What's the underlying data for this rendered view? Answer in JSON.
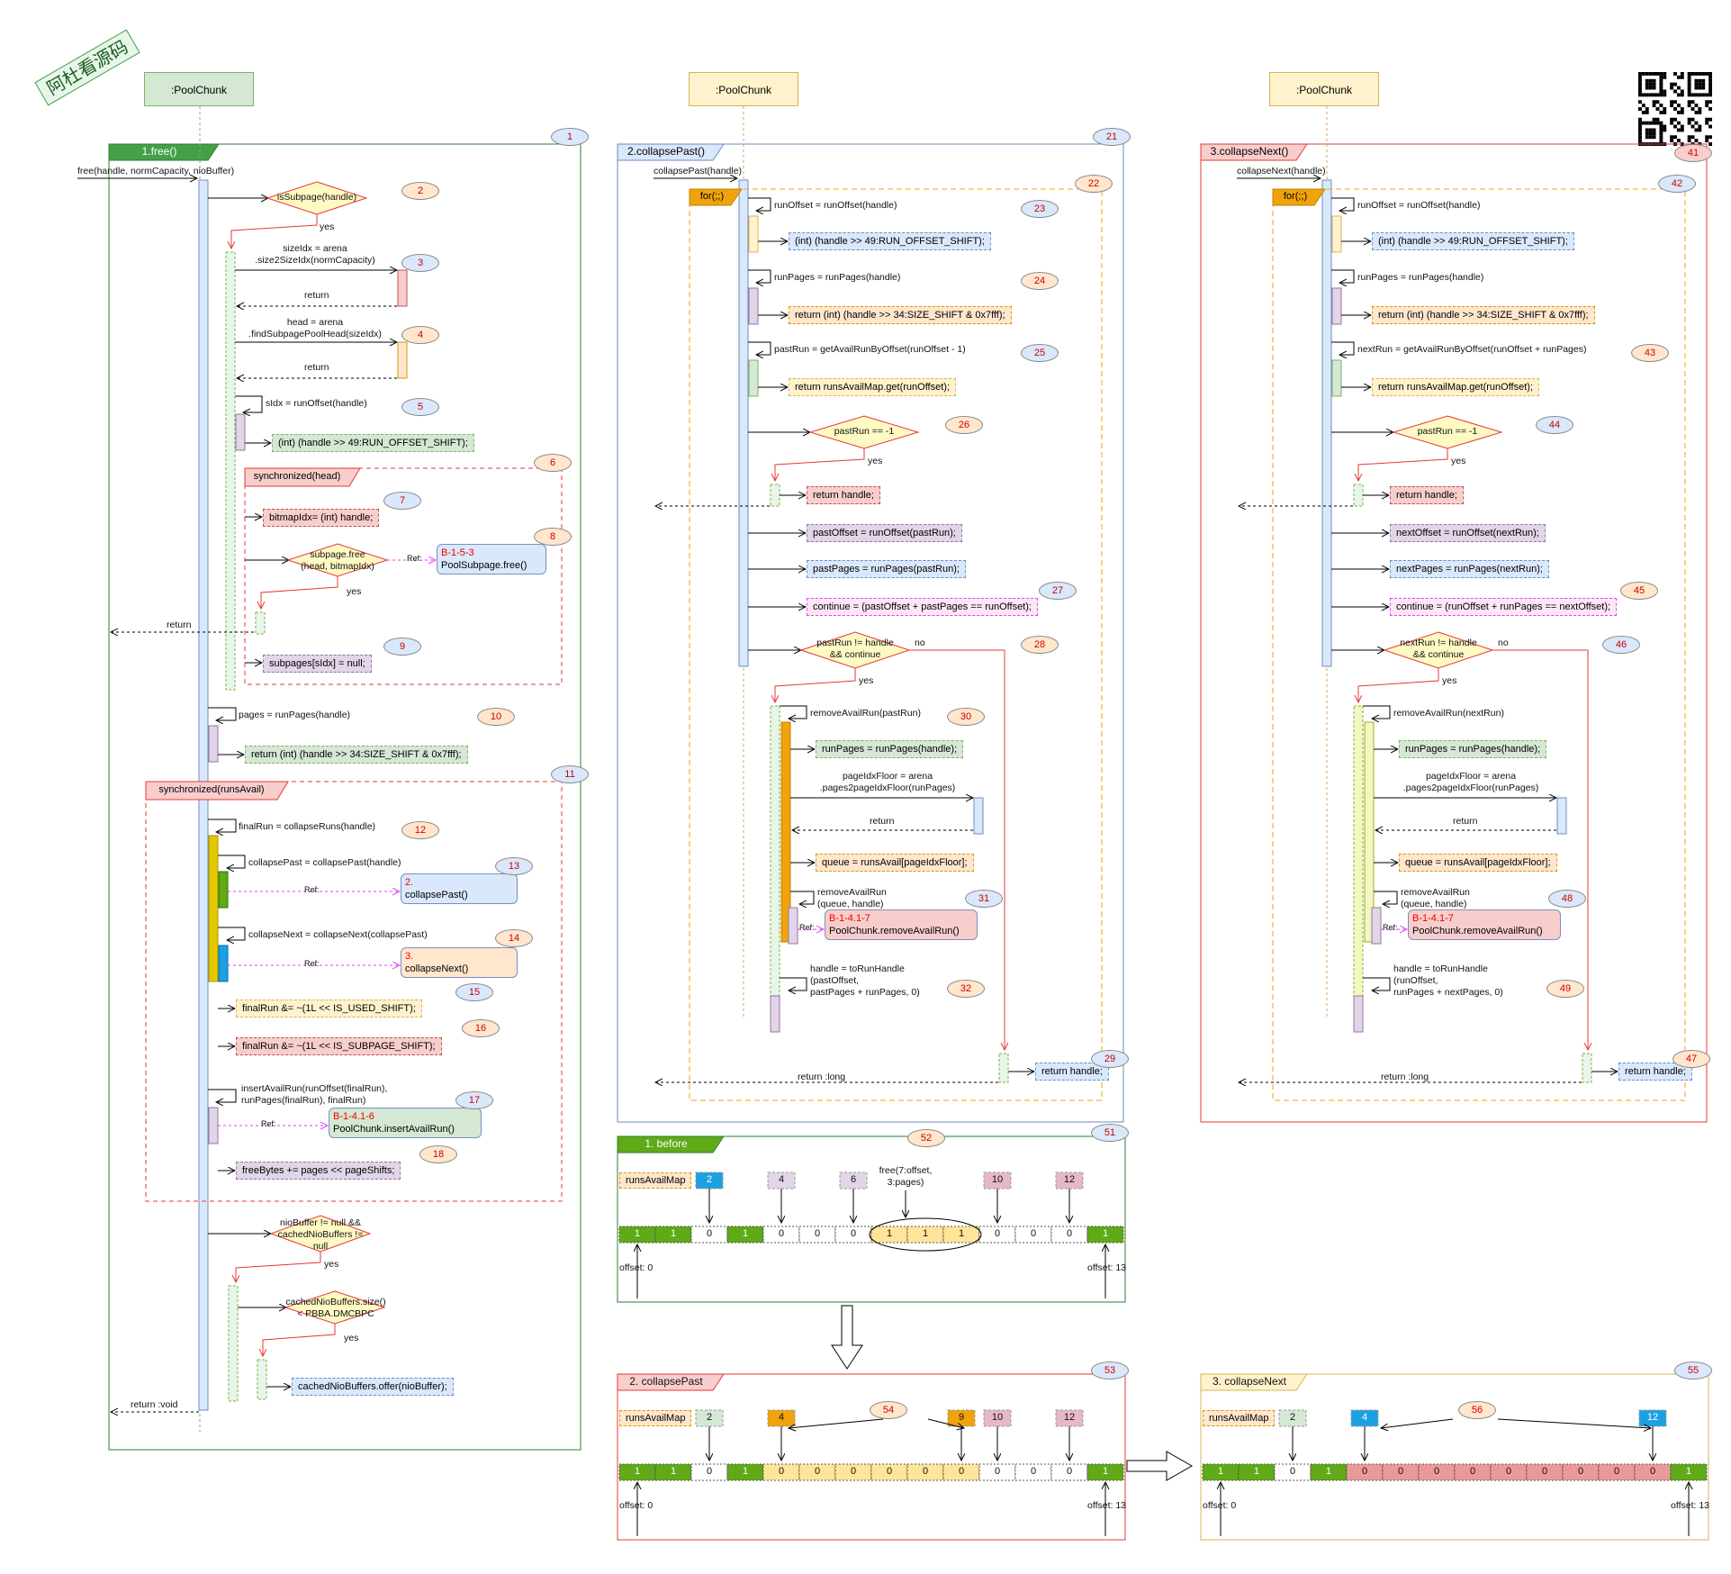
{
  "watermark": "阿杜看源码",
  "lifelines": [
    ":PoolChunk",
    ":PoolChunk",
    ":PoolChunk"
  ],
  "badges": [
    "1",
    "2",
    "3",
    "4",
    "5",
    "6",
    "7",
    "8",
    "9",
    "10",
    "11",
    "12",
    "13",
    "14",
    "15",
    "16",
    "17",
    "18",
    "21",
    "22",
    "23",
    "24",
    "25",
    "26",
    "27",
    "28",
    "29",
    "30",
    "31",
    "32",
    "41",
    "42",
    "43",
    "44",
    "45",
    "46",
    "47",
    "48",
    "49",
    "51",
    "52",
    "53",
    "54",
    "55",
    "56"
  ],
  "free": {
    "title": "1.free()",
    "entry": "free(handle, normCapacity, nioBuffer)",
    "is_subpage": "isSubpage(handle)",
    "yes": "yes",
    "size_idx": "sizeIdx = arena\n.size2SizeIdx(normCapacity)",
    "return": "return",
    "head": "head = arena\n.findSubpagePoolHead(sizeIdx)",
    "sidx": "sIdx = runOffset(handle)",
    "sidx_ret": "(int) (handle >> 49:RUN_OFFSET_SHIFT);",
    "sync_head": "synchronized(head)",
    "bitmap": "bitmapIdx= (int) handle;",
    "subpage_free": "subpage.free\n(head, bitmapIdx)",
    "ref": "Ref:",
    "ref_b153_id": "B-1-5-3",
    "ref_b153_name": "PoolSubpage.free()",
    "subpages_null": "subpages[sIdx] = null;",
    "pages": "pages = runPages(handle)",
    "pages_ret": "return (int) (handle >> 34:SIZE_SHIFT & 0x7fff);",
    "sync_runs": "synchronized(runsAvail)",
    "final_run": "finalRun = collapseRuns(handle)",
    "collapse_past": "collapsePast = collapsePast(handle)",
    "ref_past_id": "2.",
    "ref_past_name": "collapsePast()",
    "collapse_next": "collapseNext = collapseNext(collapsePast)",
    "ref_next_id": "3.",
    "ref_next_name": "collapseNext()",
    "final_used": "finalRun &= ~(1L << IS_USED_SHIFT);",
    "final_sub": "finalRun &= ~(1L << IS_SUBPAGE_SHIFT);",
    "insert": "insertAvailRun(runOffset(finalRun),\nrunPages(finalRun), finalRun)",
    "ref_b1416_id": "B-1-4.1-6",
    "ref_b1416_name": "PoolChunk.insertAvailRun()",
    "free_bytes": "freeBytes += pages << pageShifts;",
    "nio_check": "nioBuffer != null &&\ncachedNioBuffers !=\nnull",
    "nio_size": "cachedNioBuffers.size()\n< PBBA.DMCBPC",
    "nio_offer": "cachedNioBuffers.offer(nioBuffer);",
    "return_void": "return :void"
  },
  "past": {
    "title": "2.collapsePast()",
    "entry": "collapsePast(handle)",
    "loop": "for(;;)",
    "run_offset": "runOffset = runOffset(handle)",
    "run_offset_ret": "(int) (handle >> 49:RUN_OFFSET_SHIFT);",
    "run_pages": "runPages = runPages(handle)",
    "run_pages_ret": "return (int) (handle >> 34:SIZE_SHIFT & 0x7fff);",
    "get_run": "pastRun = getAvailRunByOffset(runOffset - 1)",
    "get_run_ret": "return runsAvailMap.get(runOffset);",
    "cond": "pastRun == -1",
    "yes": "yes",
    "no": "no",
    "ret_handle": "return handle;",
    "past_offset": "pastOffset = runOffset(pastRun);",
    "past_pages": "pastPages = runPages(pastRun);",
    "cont": "continue = (pastOffset + pastPages == runOffset);",
    "cond2": "pastRun != handle\n&& continue",
    "remove": "removeAvailRun(pastRun)",
    "rp_handle": "runPages = runPages(handle);",
    "floor": "pageIdxFloor = arena\n.pages2pageIdxFloor(runPages)",
    "return": "return",
    "queue": "queue = runsAvail[pageIdxFloor];",
    "remove2": "removeAvailRun\n(queue, handle)",
    "ref": "Ref:",
    "ref_id": "B-1-4.1-7",
    "ref_name": "PoolChunk.removeAvailRun()",
    "to_handle": "handle = toRunHandle\n(pastOffset,\npastPages + runPages, 0)",
    "ret_long": "return :long"
  },
  "next": {
    "title": "3.collapseNext()",
    "entry": "collapseNext(handle)",
    "loop": "for(;;)",
    "run_offset": "runOffset = runOffset(handle)",
    "run_offset_ret": "(int) (handle >> 49:RUN_OFFSET_SHIFT);",
    "run_pages": "runPages = runPages(handle)",
    "run_pages_ret": "return (int) (handle >> 34:SIZE_SHIFT & 0x7fff);",
    "get_run": "nextRun = getAvailRunByOffset(runOffset + runPages)",
    "get_run_ret": "return runsAvailMap.get(runOffset);",
    "cond": "pastRun == -1",
    "yes": "yes",
    "no": "no",
    "ret_handle": "return handle;",
    "next_offset": "nextOffset = runOffset(nextRun);",
    "next_pages": "nextPages = runPages(nextRun);",
    "cont": "continue = (runOffset + runPages == nextOffset);",
    "cond2": "nextRun != handle\n&& continue",
    "remove": "removeAvailRun(nextRun)",
    "rp_handle": "runPages = runPages(handle);",
    "floor": "pageIdxFloor = arena\n.pages2pageIdxFloor(runPages)",
    "return": "return",
    "queue": "queue = runsAvail[pageIdxFloor];",
    "remove2": "removeAvailRun\n(queue, handle)",
    "ref": "Ref:",
    "ref_id": "B-1-4.1-7",
    "ref_name": "PoolChunk.removeAvailRun()",
    "to_handle": "handle = toRunHandle\n(runOffset,\nrunPages + nextPages, 0)",
    "ret_long": "return :long"
  },
  "bitmaps": {
    "map_label": "runsAvailMap",
    "offset_start": "offset: 0",
    "offset_end": "offset: 13",
    "before": {
      "title": "1. before",
      "keys": [
        "2",
        "4",
        "6",
        "10",
        "12"
      ],
      "free_call": "free(7:offset,\n3:pages)",
      "cells": [
        "1",
        "1",
        "0",
        "1",
        "0",
        "0",
        "0",
        "1",
        "1",
        "1",
        "0",
        "0",
        "0",
        "1"
      ]
    },
    "past": {
      "title": "2. collapsePast",
      "keys": [
        "2",
        "4",
        "9",
        "10",
        "12"
      ],
      "cells": [
        "1",
        "1",
        "0",
        "1",
        "0",
        "0",
        "0",
        "0",
        "0",
        "0",
        "0",
        "0",
        "0",
        "1"
      ]
    },
    "next": {
      "title": "3. collapseNext",
      "keys": [
        "2",
        "4",
        "12"
      ],
      "cells": [
        "1",
        "1",
        "0",
        "1",
        "0",
        "0",
        "0",
        "0",
        "0",
        "0",
        "0",
        "0",
        "0",
        "1"
      ]
    }
  }
}
